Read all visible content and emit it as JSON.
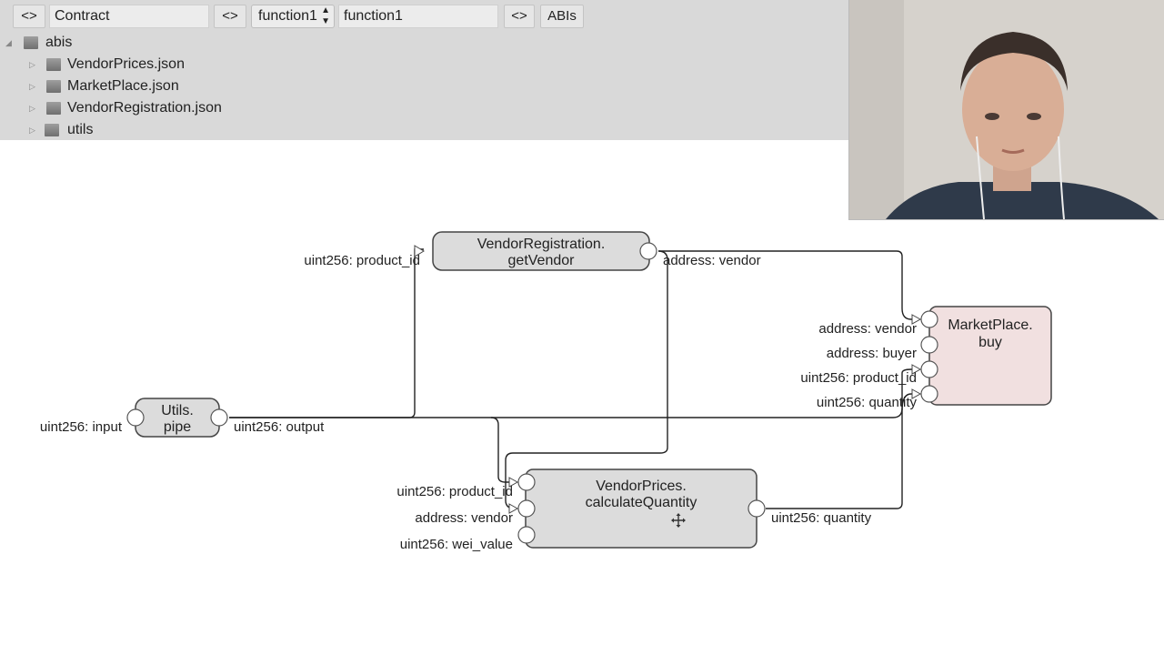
{
  "toolbar": {
    "code_label_1": "<>",
    "contract_value": "Contract",
    "code_label_2": "<>",
    "function_select_value": "function1",
    "function_name_value": "function1",
    "code_label_3": "<>",
    "abis_label": "ABIs"
  },
  "tree": {
    "root": "abis",
    "items": [
      "VendorPrices.json",
      "MarketPlace.json",
      "VendorRegistration.json",
      "utils"
    ]
  },
  "nodes": {
    "vendor_registration": {
      "title_line1": "VendorRegistration.",
      "title_line2": "getVendor",
      "input_label": "uint256: product_id",
      "output_label": "address: vendor"
    },
    "utils_pipe": {
      "title_line1": "Utils.",
      "title_line2": "pipe",
      "input_label": "uint256: input",
      "output_label": "uint256: output"
    },
    "marketplace_buy": {
      "title_line1": "MarketPlace.",
      "title_line2": "buy",
      "inputs": [
        "address: vendor",
        "address: buyer",
        "uint256: product_id",
        "uint256: quantity"
      ]
    },
    "vendor_prices": {
      "title_line1": "VendorPrices.",
      "title_line2": "calculateQuantity",
      "inputs": [
        "uint256: product_id",
        "address: vendor",
        "uint256: wei_value"
      ],
      "output_label": "uint256: quantity"
    }
  },
  "colors": {
    "header_bg": "#d9d9d9",
    "node_fill": "#dcdcdc",
    "buy_node_fill": "#f1e0e0",
    "wire": "#222222"
  }
}
